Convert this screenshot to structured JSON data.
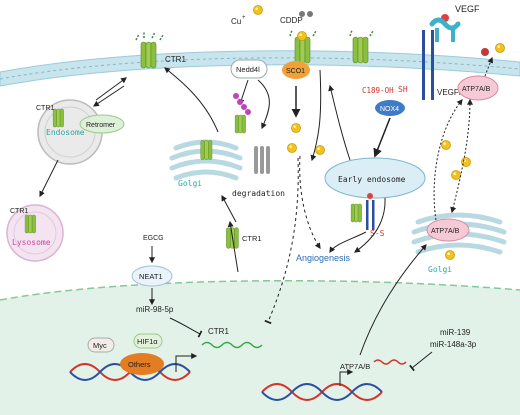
{
  "labels": {
    "cu": "Cu",
    "cu_superscript": "+",
    "cddp": "CDDP",
    "vegf": "VEGF",
    "ctr1_membrane": "CTR1",
    "ctr1_endosome": "CTR1",
    "ctr1_lysosome": "CTR1",
    "ctr1_golgi": "CTR1",
    "ctr1_gene": "CTR1",
    "retromer": "Retromer",
    "endosome": "Endosome",
    "lysosome": "Lysosome",
    "nedd4l": "Nedd4l",
    "degradation": "degradation",
    "golgi_left": "Golgi",
    "golgi_right": "Golgi",
    "sco1": "SCO1",
    "c189": "C189-OH",
    "sh": "SH",
    "vegfr2": "VEGFR2",
    "nox4": "NOX4",
    "early_endosome": "Early endosome",
    "ss": "S-S",
    "angiogenesis": "Angiogenesis",
    "atp7ab_membrane": "ATP7A/B",
    "atp7ab_golgi": "ATP7A/B",
    "atp7ab_gene": "ATP7A/B",
    "egcg": "EGCG",
    "neat1": "NEAT1",
    "mir98": "miR-98-5p",
    "myc": "Myc",
    "hif1a": "HIF1α",
    "others": "Others",
    "mir139": "miR-139",
    "mir148a": "miR-148a-3p"
  },
  "colors": {
    "cell_membrane": "#c8e4ec",
    "nucleus": "#e2f2e8",
    "transporter": "#8bbf3f",
    "copper": "#f2c21e",
    "angiogenesis_text": "#2c6eb5",
    "endosome_text": "#2aa8a8",
    "lysosome_text": "#c44aa0",
    "redox_text": "#d2342c",
    "nox4": "#3f7cc8",
    "sco1": "#f0a23a",
    "others": "#e37c22"
  }
}
